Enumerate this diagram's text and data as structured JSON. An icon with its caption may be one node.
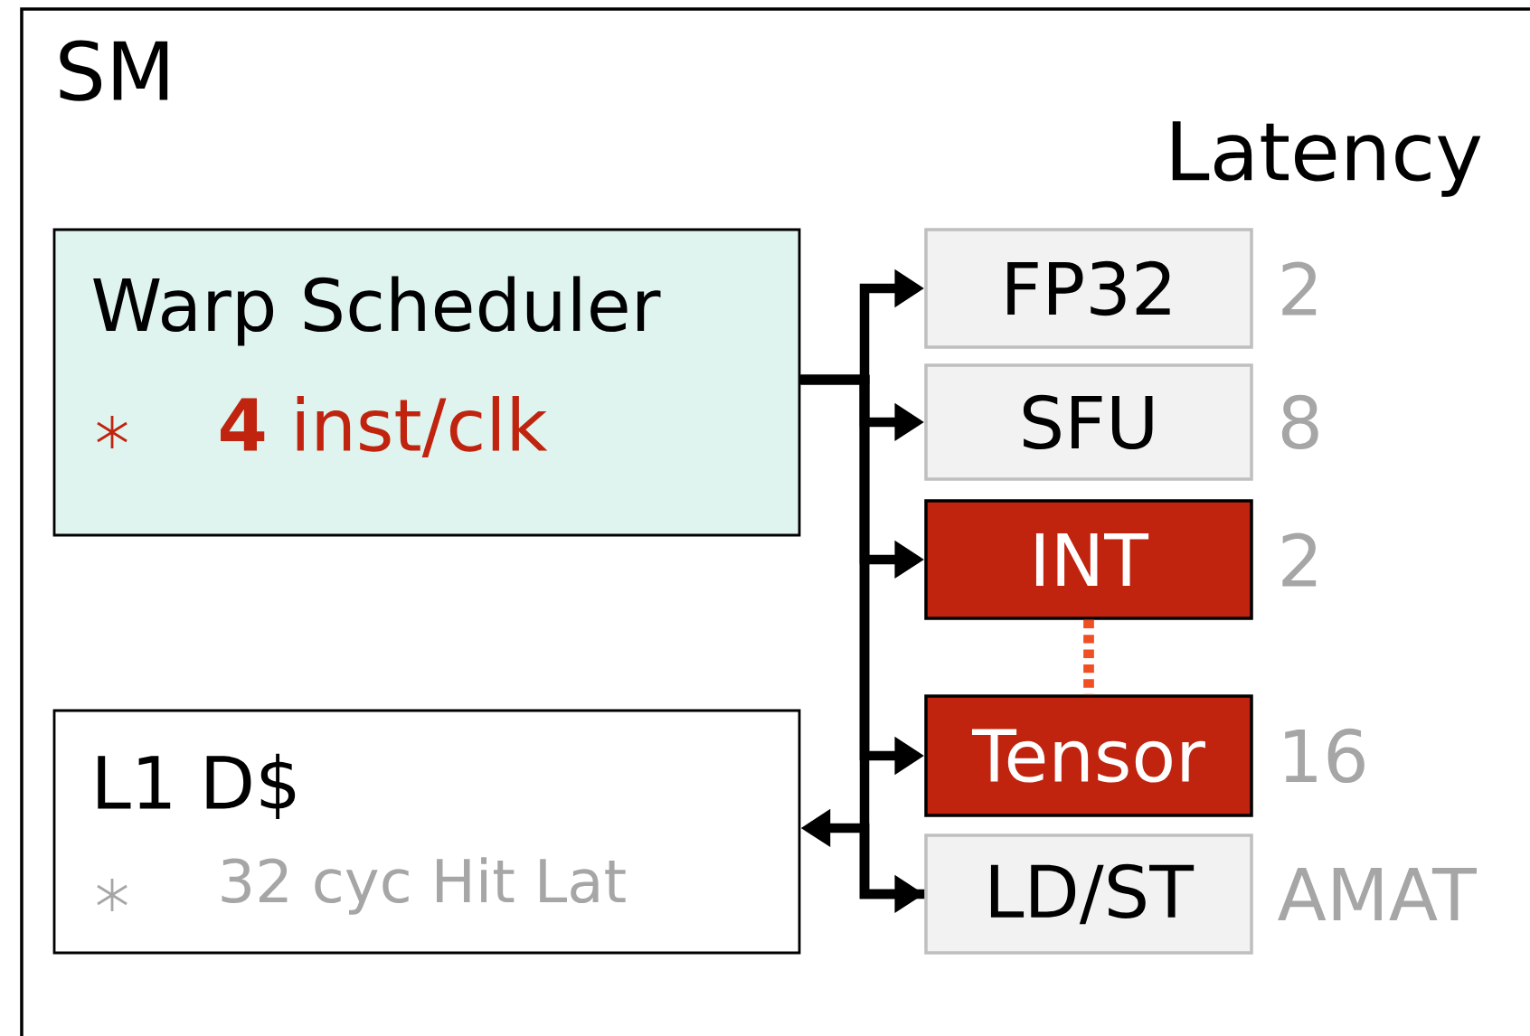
{
  "diagram": {
    "nodes": [
      {
        "text": [
          "SM"
        ]
      },
      {
        "text": [
          "Warp Scheduler",
          "**4** inst/clk"
        ],
        "in": 0
      },
      {
        "text": [
          "L1 D$",
          "32 cyc Hit Lat"
        ],
        "in": 0
      },
      {
        "text": [
          "FP32"
        ],
        "beside": [
          "2"
        ],
        "in": 0
      },
      {
        "text": [
          "SFU"
        ],
        "beside": [
          "8"
        ],
        "in": 0
      },
      {
        "text": [
          "INT"
        ],
        "beside": [
          "2"
        ],
        "in": 0
      },
      {
        "text": [
          "Tensor"
        ],
        "beside": [
          "16"
        ],
        "in": 0
      },
      {
        "text": [
          "LD/ST"
        ],
        "beside": [
          "AMAT"
        ],
        "in": 0
      }
    ],
    "edges": [
      {
        "from": 1,
        "to": 3,
        "arrow": "to"
      },
      {
        "from": 1,
        "to": 4,
        "arrow": "to"
      },
      {
        "from": 1,
        "to": 5,
        "arrow": "to"
      },
      {
        "from": 1,
        "to": 6,
        "arrow": "to"
      },
      {
        "from": 1,
        "to": 7,
        "arrow": "to"
      },
      {
        "from": 7,
        "to": 2,
        "arrow": "to"
      },
      {
        "from": 5,
        "to": 6,
        "arrow": "none",
        "style": "dashed",
        "color": "#f04e23"
      }
    ],
    "labels": [
      "Latency"
    ]
  }
}
